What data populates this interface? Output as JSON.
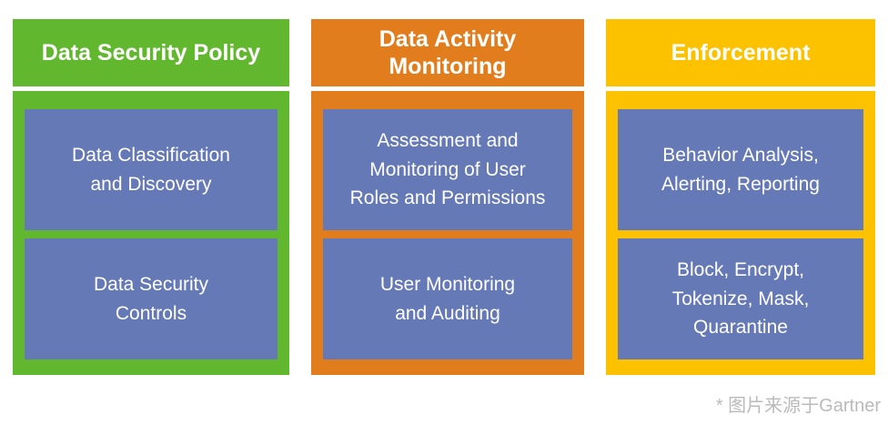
{
  "title": "Data security framework diagram",
  "palette": {
    "green": "#61B82F",
    "orange": "#E27D1E",
    "yellow": "#FCC200",
    "item_box_blue": "#6679B7",
    "header_text": "#ffffff",
    "item_text": "#ffffff"
  },
  "item_box_color": "#6679B7",
  "columns": [
    {
      "id": "data-security-policy",
      "title": "Data Security Policy",
      "color": "#61B82F",
      "items": [
        "Data Classification\nand Discovery",
        "Data Security\nControls"
      ]
    },
    {
      "id": "data-activity-monitoring",
      "title": "Data Activity\nMonitoring",
      "color": "#E27D1E",
      "items": [
        "Assessment and\nMonitoring of User\nRoles and Permissions",
        "User Monitoring\nand Auditing"
      ]
    },
    {
      "id": "enforcement",
      "title": "Enforcement",
      "color": "#FCC200",
      "items": [
        "Behavior Analysis,\nAlerting, Reporting",
        "Block, Encrypt,\nTokenize, Mask,\nQuarantine"
      ]
    }
  ],
  "footnote": {
    "text": "* 图片来源于Gartner",
    "color": "#BABABA"
  }
}
